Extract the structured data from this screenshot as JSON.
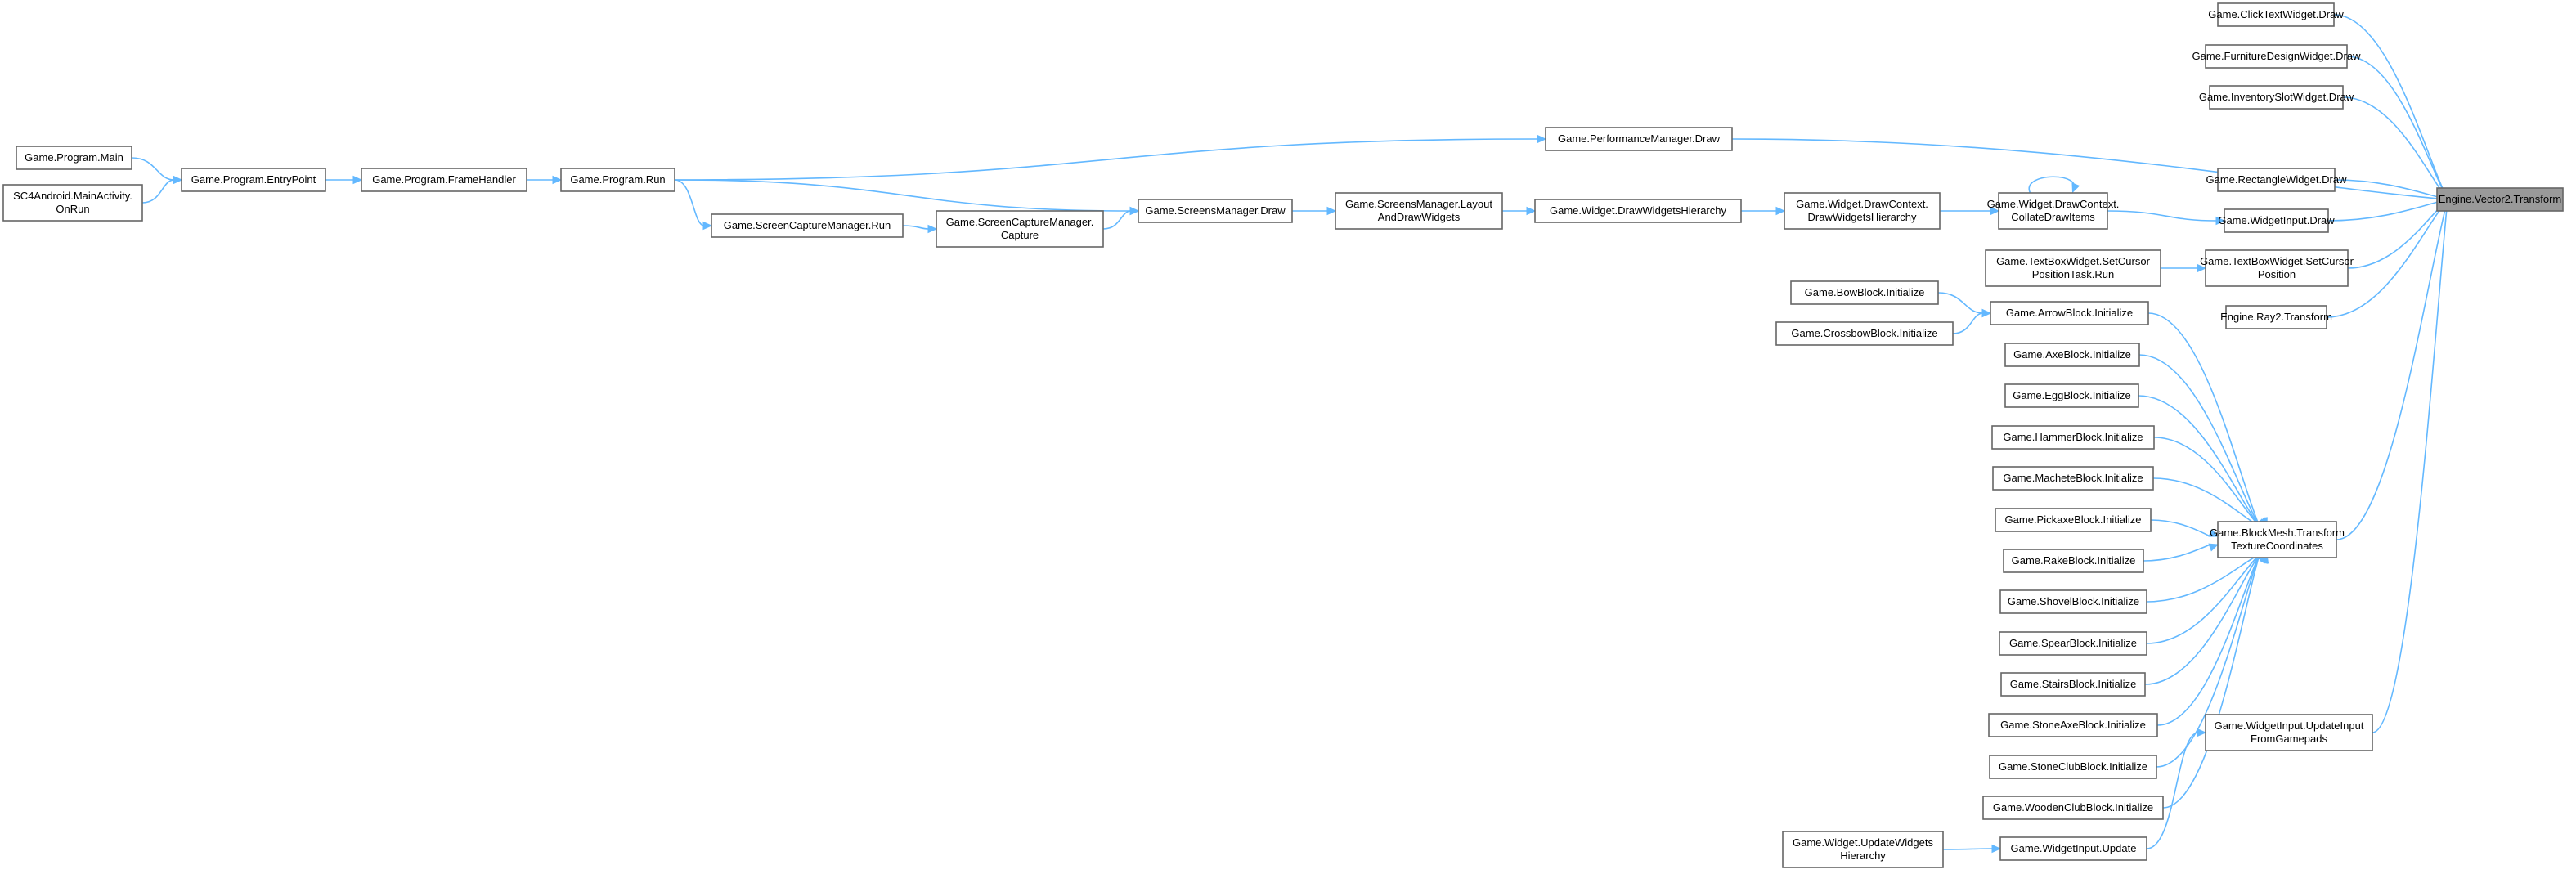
{
  "graph": {
    "edge_color": "#63b8ff",
    "root_fill": "#999999",
    "nodes": [
      {
        "id": "root",
        "lines": [
          "Engine.Vector2.Transform"
        ],
        "root": true
      },
      {
        "id": "clicktext",
        "lines": [
          "Game.ClickTextWidget.Draw"
        ]
      },
      {
        "id": "furniture",
        "lines": [
          "Game.FurnitureDesignWidget.Draw"
        ]
      },
      {
        "id": "invslot",
        "lines": [
          "Game.InventorySlotWidget.Draw"
        ]
      },
      {
        "id": "perfmgr",
        "lines": [
          "Game.PerformanceManager.Draw"
        ]
      },
      {
        "id": "rectw",
        "lines": [
          "Game.RectangleWidget.Draw"
        ]
      },
      {
        "id": "wiDraw",
        "lines": [
          "Game.WidgetInput.Draw"
        ]
      },
      {
        "id": "tbSetCursor",
        "lines": [
          "Game.TextBoxWidget.SetCursor",
          "Position"
        ]
      },
      {
        "id": "ray2",
        "lines": [
          "Engine.Ray2.Transform"
        ]
      },
      {
        "id": "blockmesh",
        "lines": [
          "Game.BlockMesh.Transform",
          "TextureCoordinates"
        ]
      },
      {
        "id": "wiUpdGamepads",
        "lines": [
          "Game.WidgetInput.UpdateInput",
          "FromGamepads"
        ]
      },
      {
        "id": "collate",
        "lines": [
          "Game.Widget.DrawContext.",
          "CollateDrawItems"
        ]
      },
      {
        "id": "dwh",
        "lines": [
          "Game.Widget.DrawContext.",
          "DrawWidgetsHierarchy"
        ]
      },
      {
        "id": "wdwh",
        "lines": [
          "Game.Widget.DrawWidgetsHierarchy"
        ]
      },
      {
        "id": "smLayout",
        "lines": [
          "Game.ScreensManager.Layout",
          "AndDrawWidgets"
        ]
      },
      {
        "id": "smDraw",
        "lines": [
          "Game.ScreensManager.Draw"
        ]
      },
      {
        "id": "progRun",
        "lines": [
          "Game.Program.Run"
        ]
      },
      {
        "id": "scmCapture",
        "lines": [
          "Game.ScreenCaptureManager.",
          "Capture"
        ]
      },
      {
        "id": "scmRun",
        "lines": [
          "Game.ScreenCaptureManager.Run"
        ]
      },
      {
        "id": "frameHandler",
        "lines": [
          "Game.Program.FrameHandler"
        ]
      },
      {
        "id": "entry",
        "lines": [
          "Game.Program.EntryPoint"
        ]
      },
      {
        "id": "main",
        "lines": [
          "Game.Program.Main"
        ]
      },
      {
        "id": "android",
        "lines": [
          "SC4Android.MainActivity.",
          "OnRun"
        ]
      },
      {
        "id": "tbTask",
        "lines": [
          "Game.TextBoxWidget.SetCursor",
          "PositionTask.Run"
        ]
      },
      {
        "id": "arrow",
        "lines": [
          "Game.ArrowBlock.Initialize"
        ]
      },
      {
        "id": "bow",
        "lines": [
          "Game.BowBlock.Initialize"
        ]
      },
      {
        "id": "crossbow",
        "lines": [
          "Game.CrossbowBlock.Initialize"
        ]
      },
      {
        "id": "axe",
        "lines": [
          "Game.AxeBlock.Initialize"
        ]
      },
      {
        "id": "egg",
        "lines": [
          "Game.EggBlock.Initialize"
        ]
      },
      {
        "id": "hammer",
        "lines": [
          "Game.HammerBlock.Initialize"
        ]
      },
      {
        "id": "machete",
        "lines": [
          "Game.MacheteBlock.Initialize"
        ]
      },
      {
        "id": "pickaxe",
        "lines": [
          "Game.PickaxeBlock.Initialize"
        ]
      },
      {
        "id": "rake",
        "lines": [
          "Game.RakeBlock.Initialize"
        ]
      },
      {
        "id": "shovel",
        "lines": [
          "Game.ShovelBlock.Initialize"
        ]
      },
      {
        "id": "spear",
        "lines": [
          "Game.SpearBlock.Initialize"
        ]
      },
      {
        "id": "stairs",
        "lines": [
          "Game.StairsBlock.Initialize"
        ]
      },
      {
        "id": "stoneaxe",
        "lines": [
          "Game.StoneAxeBlock.Initialize"
        ]
      },
      {
        "id": "stoneclub",
        "lines": [
          "Game.StoneClubBlock.Initialize"
        ]
      },
      {
        "id": "woodenclub",
        "lines": [
          "Game.WoodenClubBlock.Initialize"
        ]
      },
      {
        "id": "wiUpdate",
        "lines": [
          "Game.WidgetInput.Update"
        ]
      },
      {
        "id": "wUpdHier",
        "lines": [
          "Game.Widget.UpdateWidgets",
          "Hierarchy"
        ]
      }
    ],
    "edges": [
      [
        "clicktext",
        "root"
      ],
      [
        "furniture",
        "root"
      ],
      [
        "invslot",
        "root"
      ],
      [
        "perfmgr",
        "root"
      ],
      [
        "rectw",
        "root"
      ],
      [
        "wiDraw",
        "root"
      ],
      [
        "tbSetCursor",
        "root"
      ],
      [
        "ray2",
        "root"
      ],
      [
        "blockmesh",
        "root"
      ],
      [
        "wiUpdGamepads",
        "root"
      ],
      [
        "progRun",
        "perfmgr"
      ],
      [
        "collate",
        "wiDraw"
      ],
      [
        "collate",
        "collate"
      ],
      [
        "dwh",
        "collate"
      ],
      [
        "wdwh",
        "dwh"
      ],
      [
        "smLayout",
        "wdwh"
      ],
      [
        "smDraw",
        "smLayout"
      ],
      [
        "progRun",
        "smDraw"
      ],
      [
        "scmCapture",
        "smDraw"
      ],
      [
        "scmRun",
        "scmCapture"
      ],
      [
        "progRun",
        "scmRun"
      ],
      [
        "frameHandler",
        "progRun"
      ],
      [
        "entry",
        "frameHandler"
      ],
      [
        "main",
        "entry"
      ],
      [
        "android",
        "entry"
      ],
      [
        "tbTask",
        "tbSetCursor"
      ],
      [
        "bow",
        "arrow"
      ],
      [
        "crossbow",
        "arrow"
      ],
      [
        "arrow",
        "blockmesh"
      ],
      [
        "axe",
        "blockmesh"
      ],
      [
        "egg",
        "blockmesh"
      ],
      [
        "hammer",
        "blockmesh"
      ],
      [
        "machete",
        "blockmesh"
      ],
      [
        "pickaxe",
        "blockmesh"
      ],
      [
        "rake",
        "blockmesh"
      ],
      [
        "shovel",
        "blockmesh"
      ],
      [
        "spear",
        "blockmesh"
      ],
      [
        "stairs",
        "blockmesh"
      ],
      [
        "stoneaxe",
        "blockmesh"
      ],
      [
        "stoneclub",
        "blockmesh"
      ],
      [
        "woodenclub",
        "blockmesh"
      ],
      [
        "wiUpdate",
        "wiUpdGamepads"
      ],
      [
        "wUpdHier",
        "wiUpdate"
      ]
    ]
  }
}
